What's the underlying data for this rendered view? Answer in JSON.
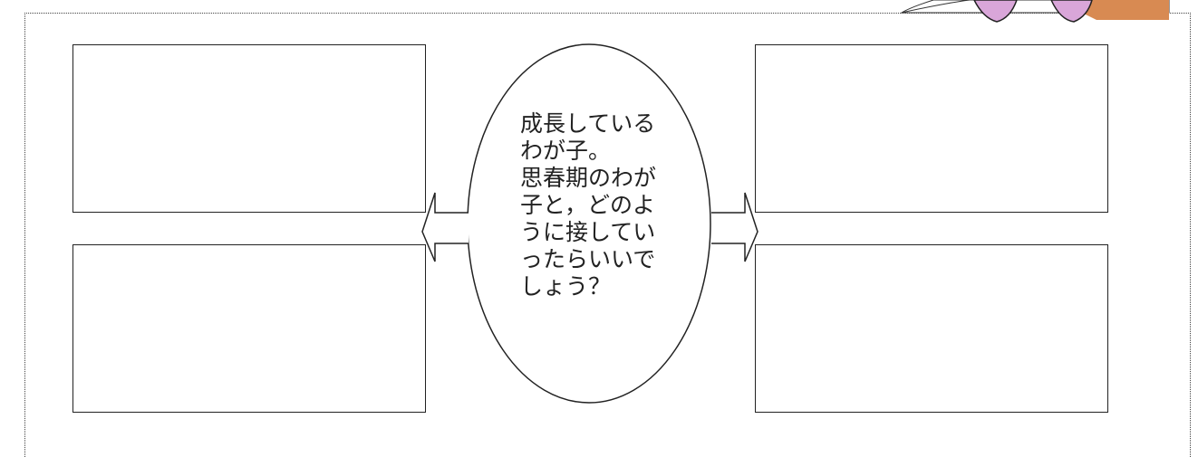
{
  "worksheet": {
    "central_question_lines": [
      "成長している",
      "わが子。",
      "思春期のわが",
      "子と，どのよ",
      "うに接してい",
      "ったらいいで",
      "しょう？"
    ]
  },
  "colors": {
    "line": "#222222",
    "frame": "#444444",
    "illustration_skin": "#d88a52",
    "illustration_pink": "#d9a6d9"
  }
}
